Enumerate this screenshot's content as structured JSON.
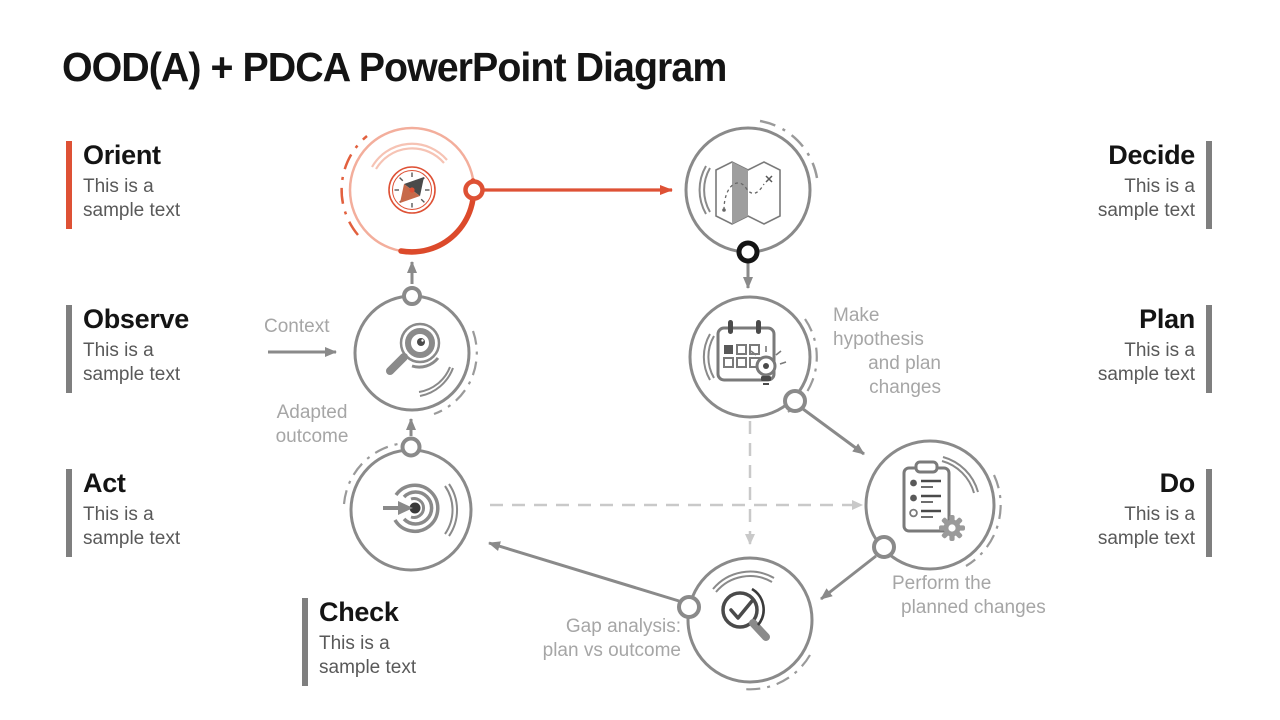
{
  "title": "OOD(A) + PDCA PowerPoint Diagram",
  "side_labels": [
    {
      "id": "orient",
      "title": "Orient",
      "subtitle": "This is a sample text",
      "accent": "#DE5135"
    },
    {
      "id": "observe",
      "title": "Observe",
      "subtitle": "This is a sample text",
      "accent": "#7F7F7F"
    },
    {
      "id": "act",
      "title": "Act",
      "subtitle": "This is a sample text",
      "accent": "#7F7F7F"
    },
    {
      "id": "check",
      "title": "Check",
      "subtitle": "This is a sample text",
      "accent": "#7F7F7F"
    },
    {
      "id": "decide",
      "title": "Decide",
      "subtitle": "This is a sample text",
      "accent": "#7F7F7F"
    },
    {
      "id": "plan",
      "title": "Plan",
      "subtitle": "This is a sample text",
      "accent": "#7F7F7F"
    },
    {
      "id": "do",
      "title": "Do",
      "subtitle": "This is a sample text",
      "accent": "#7F7F7F"
    }
  ],
  "flow_labels": {
    "context": "Context",
    "adapted_outcome": "Adapted outcome",
    "hypothesis_lines": [
      "Make",
      "hypothesis",
      "and plan",
      "changes"
    ],
    "perform_lines": [
      "Perform the",
      "planned changes"
    ],
    "gap_lines": [
      "Gap analysis:",
      "plan vs outcome"
    ]
  },
  "nodes": [
    {
      "id": "orient",
      "icon": "compass",
      "highlighted": true
    },
    {
      "id": "decide",
      "icon": "folded-map",
      "highlighted": false
    },
    {
      "id": "observe",
      "icon": "magnifier-target",
      "highlighted": false
    },
    {
      "id": "plan",
      "icon": "calendar-lightbulb",
      "highlighted": false
    },
    {
      "id": "act",
      "icon": "target-arrow",
      "highlighted": false
    },
    {
      "id": "do",
      "icon": "checklist-gear",
      "highlighted": false
    },
    {
      "id": "check",
      "icon": "magnifier-check",
      "highlighted": false
    }
  ],
  "colors": {
    "accent_orange": "#DE5135",
    "accent_orange_light": "#F3AE9C",
    "diagram_gray": "#8A8A8A",
    "dashed_gray": "#C9C9C9",
    "flow_label_gray": "#A6A6A6",
    "subtitle_gray": "#595959",
    "title_black": "#141414"
  }
}
